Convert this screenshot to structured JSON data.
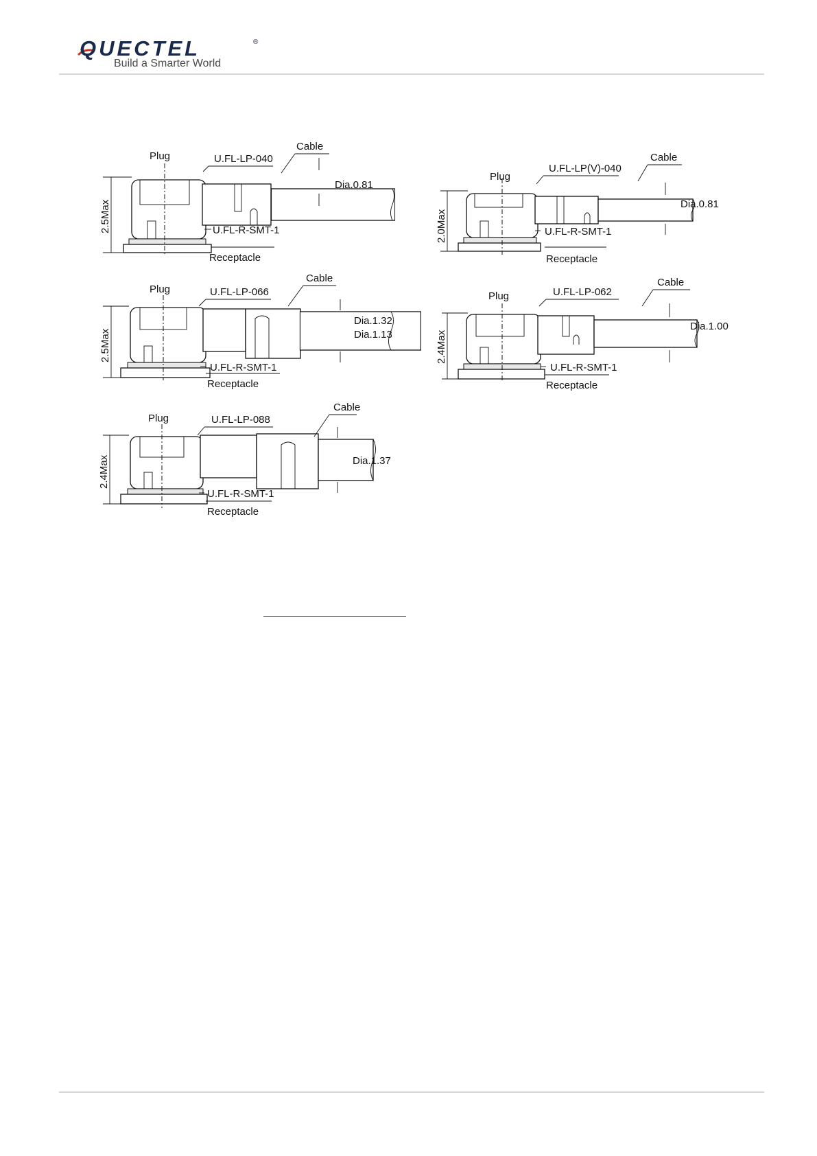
{
  "header": {
    "logo_text": "QUECTEL",
    "logo_tagline": "Build a Smarter World",
    "logo_registered": "®",
    "brand_color": "#1b2a4a",
    "accent_color": "#c0392b"
  },
  "diagrams": [
    {
      "plug": "Plug",
      "part": "U.FL-LP-040",
      "cable": "Cable",
      "dia": [
        "Dia.0.81"
      ],
      "height": "2.5Max",
      "receptacle_part": "U.FL-R-SMT-1",
      "receptacle": "Receptacle"
    },
    {
      "plug": "Plug",
      "part": "U.FL-LP(V)-040",
      "cable": "Cable",
      "dia": [
        "Dia.0.81"
      ],
      "height": "2.0Max",
      "receptacle_part": "U.FL-R-SMT-1",
      "receptacle": "Receptacle"
    },
    {
      "plug": "Plug",
      "part": "U.FL-LP-066",
      "cable": "Cable",
      "dia": [
        "Dia.1.32",
        "Dia.1.13"
      ],
      "height": "2.5Max",
      "receptacle_part": "U.FL-R-SMT-1",
      "receptacle": "Receptacle"
    },
    {
      "plug": "Plug",
      "part": "U.FL-LP-062",
      "cable": "Cable",
      "dia": [
        "Dia.1.00"
      ],
      "height": "2.4Max",
      "receptacle_part": "U.FL-R-SMT-1",
      "receptacle": "Receptacle"
    },
    {
      "plug": "Plug",
      "part": "U.FL-LP-088",
      "cable": "Cable",
      "dia": [
        "Dia.1.37"
      ],
      "height": "2.4Max",
      "receptacle_part": "U.FL-R-SMT-1",
      "receptacle": "Receptacle"
    }
  ]
}
